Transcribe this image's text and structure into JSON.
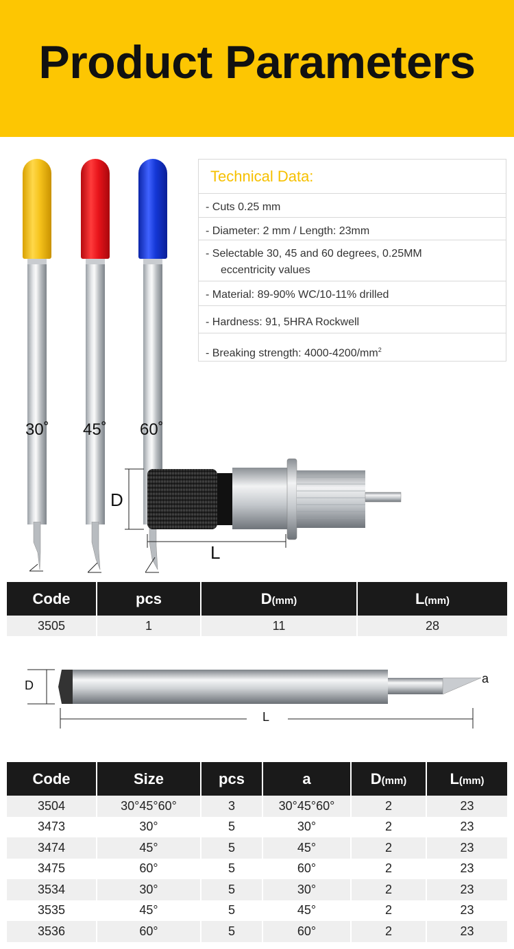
{
  "title": "Product Parameters",
  "blades": [
    {
      "color": "#f5c21b",
      "angle": "30˚"
    },
    {
      "color": "#e8141b",
      "angle": "45˚"
    },
    {
      "color": "#1437d6",
      "angle": "60˚"
    }
  ],
  "tech": {
    "heading": "Technical Data:",
    "rows": [
      "- Cuts 0.25 mm",
      "- Diameter: 2 mm / Length: 23mm",
      "- Selectable 30, 45 and 60 degrees, 0.25MM",
      "eccentricity values",
      "- Material: 89-90% WC/10-11% drilled",
      "- Hardness: 91, 5HRA Rockwell",
      "- Breaking strength: 4000-4200/mm",
      "2"
    ]
  },
  "holder_labels": {
    "d": "D",
    "l": "L"
  },
  "table1": {
    "headers": [
      "Code",
      "pcs",
      "D",
      "(mm)",
      "L",
      "(mm)"
    ],
    "row": [
      "3505",
      "1",
      "11",
      "28"
    ]
  },
  "bit_labels": {
    "d": "D",
    "l": "L",
    "a": "a"
  },
  "table2": {
    "headers": [
      "Code",
      "Size",
      "pcs",
      "a",
      "D",
      "(mm)",
      "L",
      "(mm)"
    ],
    "rows": [
      [
        "3504",
        "30°45°60°",
        "3",
        "30°45°60°",
        "2",
        "23"
      ],
      [
        "3473",
        "30°",
        "5",
        "30°",
        "2",
        "23"
      ],
      [
        "3474",
        "45°",
        "5",
        "45°",
        "2",
        "23"
      ],
      [
        "3475",
        "60°",
        "5",
        "60°",
        "2",
        "23"
      ],
      [
        "3534",
        "30°",
        "5",
        "30°",
        "2",
        "23"
      ],
      [
        "3535",
        "45°",
        "5",
        "45°",
        "2",
        "23"
      ],
      [
        "3536",
        "60°",
        "5",
        "60°",
        "2",
        "23"
      ]
    ]
  }
}
